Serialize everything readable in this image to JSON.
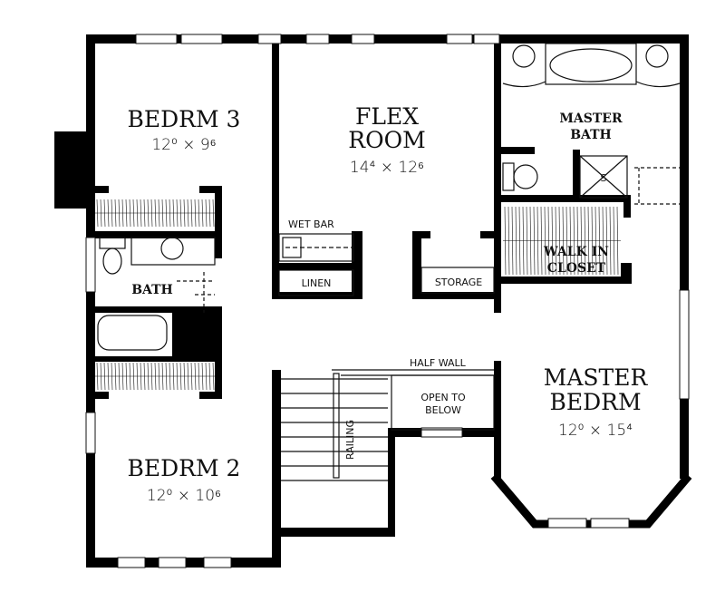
{
  "plan": {
    "rooms": {
      "bedrm3": {
        "name": "BEDRM 3",
        "dims": "12⁰ × 9⁶"
      },
      "flex": {
        "name_line1": "FLEX",
        "name_line2": "ROOM",
        "dims": "14⁴ × 12⁶"
      },
      "master_bath": {
        "line1": "MASTER",
        "line2": "BATH"
      },
      "walk_in": {
        "line1": "WALK IN",
        "line2": "CLOSET"
      },
      "bath": {
        "name": "BATH"
      },
      "bedrm2": {
        "name": "BEDRM 2",
        "dims": "12⁰ × 10⁶"
      },
      "master_bedrm": {
        "line1": "MASTER",
        "line2": "BEDRM",
        "dims": "12⁰ × 15⁴"
      }
    },
    "labels": {
      "wet_bar": "WET BAR",
      "linen": "LINEN",
      "storage": "STORAGE",
      "half_wall": "HALF WALL",
      "open_to_below_1": "OPEN TO",
      "open_to_below_2": "BELOW",
      "railing": "RAILING",
      "shower": "S"
    },
    "colors": {
      "wall": "#000000",
      "background": "#ffffff"
    }
  }
}
